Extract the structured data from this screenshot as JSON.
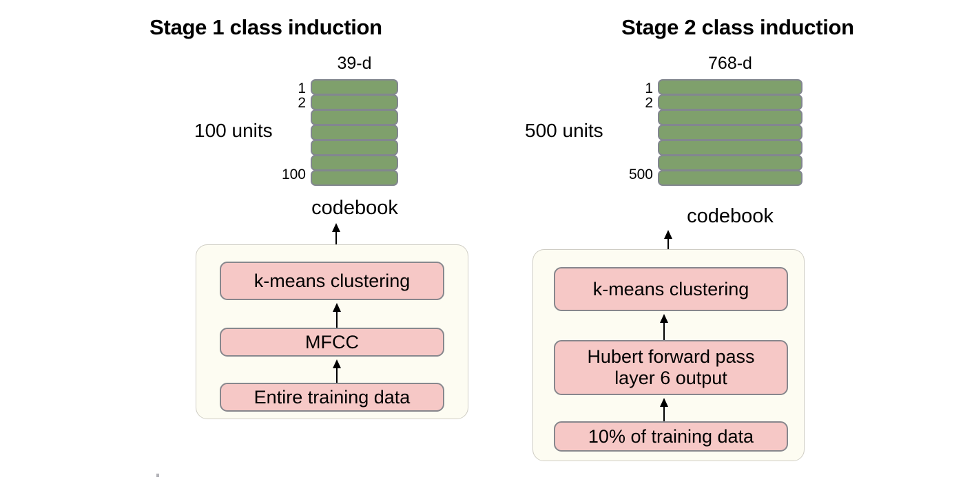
{
  "figure": {
    "background": "#ffffff",
    "accent_green": "#7fa06c",
    "accent_pink": "#f6c8c6",
    "container_cream": "#fdfcf2",
    "border_gray": "#87878d"
  },
  "panels": [
    {
      "id": "stage1",
      "title": "Stage 1 class induction",
      "codebook": {
        "dimension_label": "39-d",
        "units_label": "100 units",
        "index_labels": [
          "1",
          "2",
          "100"
        ],
        "bar_count": 7,
        "caption": "codebook"
      },
      "pipeline": [
        {
          "label": "k-means clustering",
          "lines": [
            "k-means clustering"
          ]
        },
        {
          "label": "MFCC",
          "lines": [
            "MFCC"
          ]
        },
        {
          "label": "Entire training data",
          "lines": [
            "Entire training data"
          ]
        }
      ]
    },
    {
      "id": "stage2",
      "title": "Stage 2 class induction",
      "codebook": {
        "dimension_label": "768-d",
        "units_label": "500 units",
        "index_labels": [
          "1",
          "2",
          "500"
        ],
        "bar_count": 7,
        "caption": "codebook"
      },
      "pipeline": [
        {
          "label": "k-means clustering",
          "lines": [
            "k-means clustering"
          ]
        },
        {
          "label": "Hubert forward pass layer 6 output",
          "lines": [
            "Hubert forward pass",
            "layer 6 output"
          ]
        },
        {
          "label": "10% of training data",
          "lines": [
            "10% of training data"
          ]
        }
      ]
    }
  ]
}
